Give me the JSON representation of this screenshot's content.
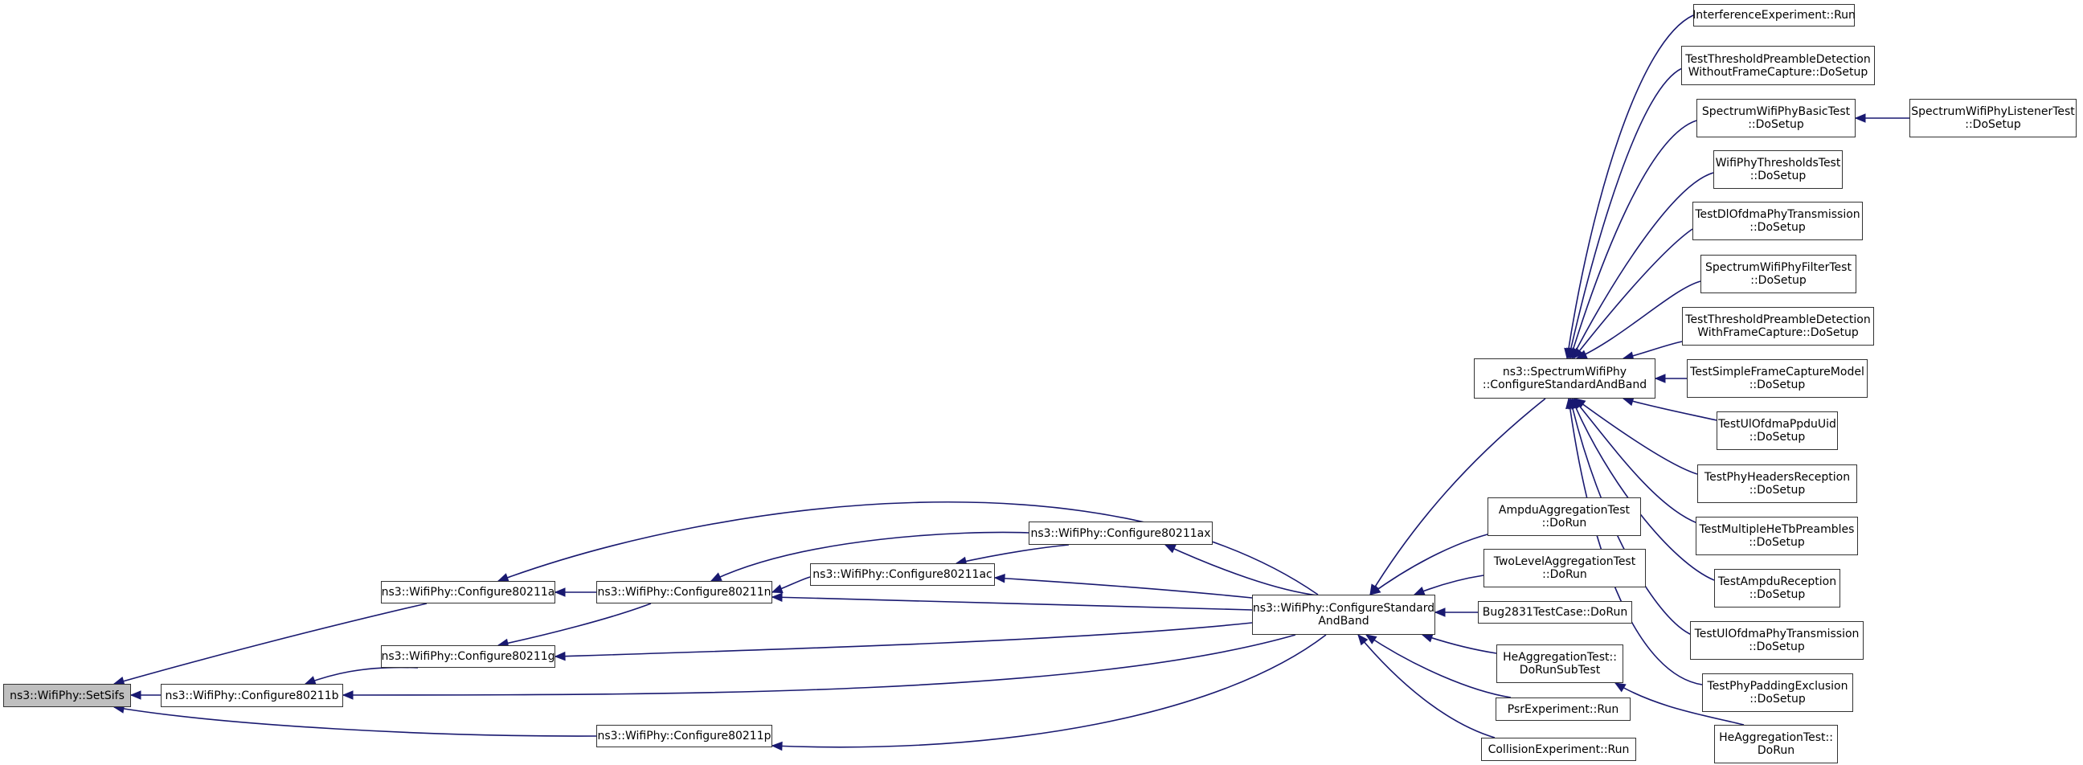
{
  "nodes": {
    "setsifs": "ns3::WifiPhy::SetSifs",
    "c11a": "ns3::WifiPhy::Configure80211a",
    "c11b": "ns3::WifiPhy::Configure80211b",
    "c11g": "ns3::WifiPhy::Configure80211g",
    "c11n": "ns3::WifiPhy::Configure80211n",
    "c11ac": "ns3::WifiPhy::Configure80211ac",
    "c11ax": "ns3::WifiPhy::Configure80211ax",
    "c11p": "ns3::WifiPhy::Configure80211p",
    "csab": "ns3::WifiPhy::ConfigureStandard\nAndBand",
    "scsab": "ns3::SpectrumWifiPhy\n::ConfigureStandardAndBand",
    "ampdu_agg": "AmpduAggregationTest\n::DoRun",
    "twolevel": "TwoLevelAggregationTest\n::DoRun",
    "bug2831": "Bug2831TestCase::DoRun",
    "he_subtest": "HeAggregationTest::\nDoRunSubTest",
    "psr": "PsrExperiment::Run",
    "collision": "CollisionExperiment::Run",
    "he_agg": "HeAggregationTest::\nDoRun",
    "interference": "InterferenceExperiment::Run",
    "thr_without": "TestThresholdPreambleDetection\nWithoutFrameCapture::DoSetup",
    "spectrum_basic": "SpectrumWifiPhyBasicTest\n::DoSetup",
    "spectrum_listener": "SpectrumWifiPhyListenerTest\n::DoSetup",
    "wifiphy_thr": "WifiPhyThresholdsTest\n::DoSetup",
    "dl_ofdma": "TestDlOfdmaPhyTransmission\n::DoSetup",
    "spectrum_filter": "SpectrumWifiPhyFilterTest\n::DoSetup",
    "thr_with": "TestThresholdPreambleDetection\nWithFrameCapture::DoSetup",
    "simple_capture": "TestSimpleFrameCaptureModel\n::DoSetup",
    "ul_ppdu": "TestUlOfdmaPpduUid\n::DoSetup",
    "phy_headers": "TestPhyHeadersReception\n::DoSetup",
    "multi_hetb": "TestMultipleHeTbPreambles\n::DoSetup",
    "ampdu_rx": "TestAmpduReception\n::DoSetup",
    "ul_ofdma": "TestUlOfdmaPhyTransmission\n::DoSetup",
    "padding": "TestPhyPaddingExclusion\n::DoSetup"
  }
}
